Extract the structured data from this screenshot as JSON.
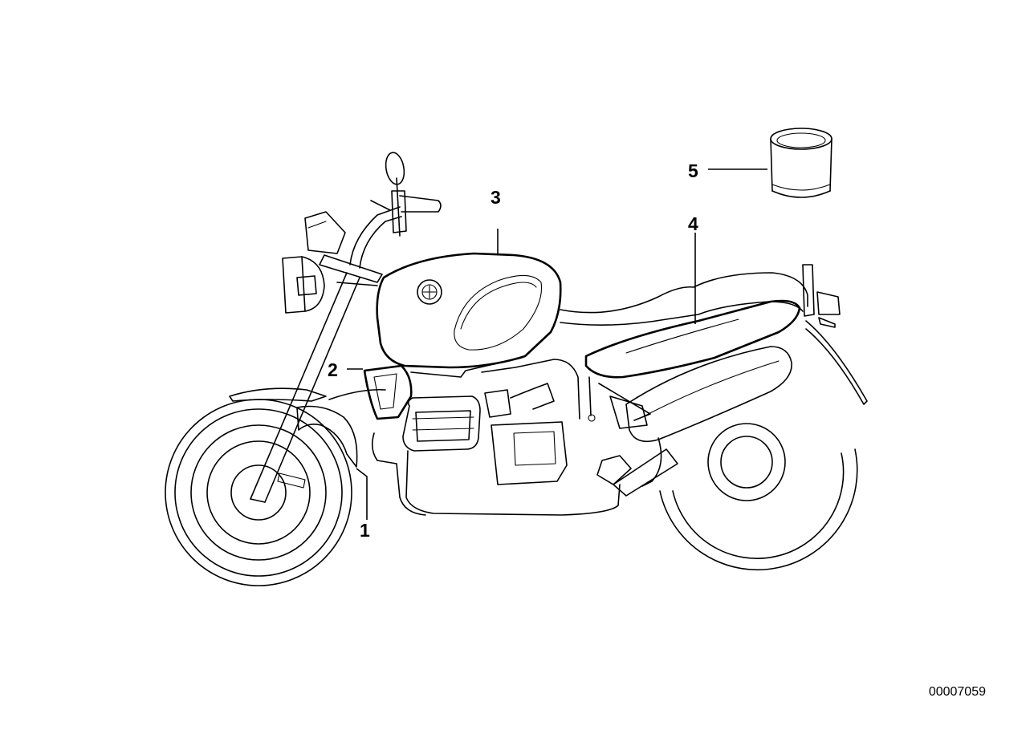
{
  "callouts": [
    {
      "id": "1",
      "label": "1"
    },
    {
      "id": "2",
      "label": "2"
    },
    {
      "id": "3",
      "label": "3"
    },
    {
      "id": "4",
      "label": "4"
    },
    {
      "id": "5",
      "label": "5"
    }
  ],
  "document_number": "00007059",
  "colors": {
    "line": "#000000",
    "background": "#ffffff"
  }
}
